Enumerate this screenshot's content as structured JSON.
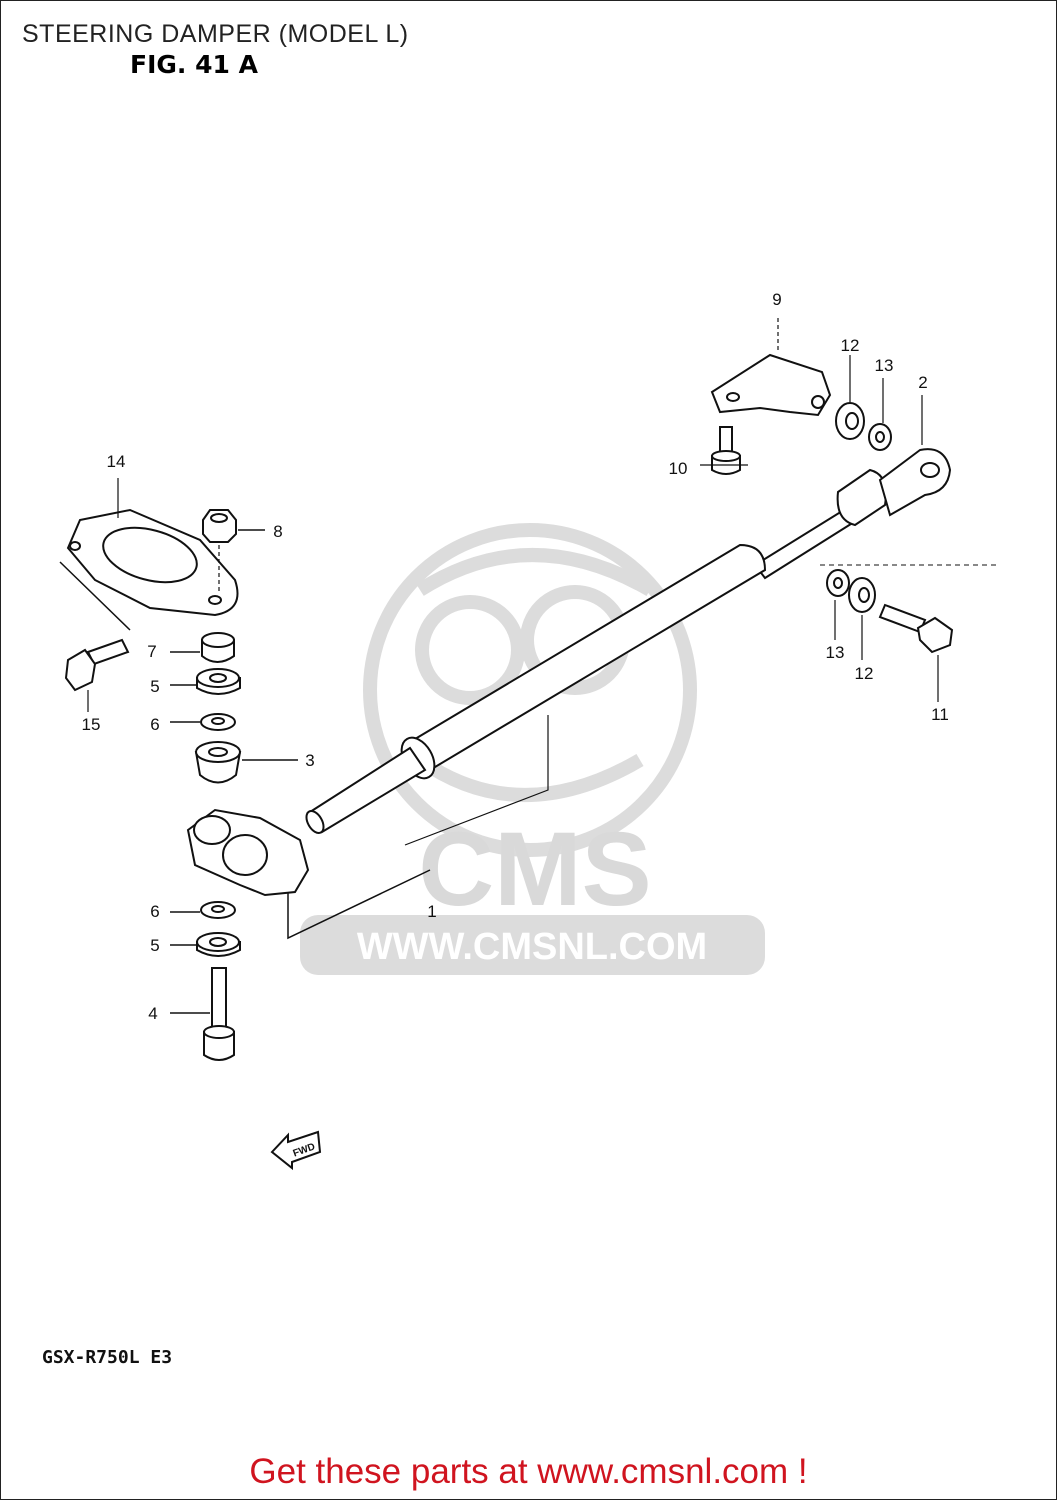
{
  "header": {
    "title": "STEERING DAMPER (MODEL L)",
    "figure": "FIG. 41 A"
  },
  "watermark": {
    "brand": "CMS",
    "url": "WWW.CMSNL.COM",
    "color": "#d8d8d8"
  },
  "direction_marker": "FWD",
  "model_code": "GSX-R750L E3",
  "footer": {
    "link_text": "Get these parts at www.cmsnl.com !",
    "color": "#d0141f"
  },
  "callouts": {
    "c1": "1",
    "c2": "2",
    "c3": "3",
    "c4": "4",
    "c5a": "5",
    "c5b": "5",
    "c6a": "6",
    "c6b": "6",
    "c7": "7",
    "c8": "8",
    "c9": "9",
    "c10": "10",
    "c11": "11",
    "c12a": "12",
    "c12b": "12",
    "c13a": "13",
    "c13b": "13",
    "c14": "14",
    "c15": "15"
  },
  "icons": {
    "fwd_arrow": "arrow-left-icon"
  }
}
